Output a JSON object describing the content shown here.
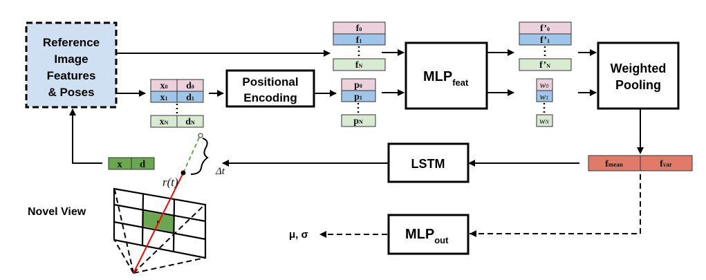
{
  "colors": {
    "reference_fill": "#cfe0f2",
    "row0": "#ead1dc",
    "row1": "#9fc5e8",
    "rowN": "#d9ead3",
    "xd_fill": "#6aa84f",
    "fstats_fill": "#e07b6a",
    "ray": "#ff0000",
    "ray_ext": "#6aa84f"
  },
  "reference": {
    "lines": [
      "Reference",
      "Image",
      "Features",
      "& Poses"
    ]
  },
  "xd_stack": {
    "rows": [
      {
        "x": "x",
        "xs": "0",
        "d": "d",
        "ds": "0"
      },
      {
        "x": "x",
        "xs": "1",
        "d": "d",
        "ds": "1"
      },
      {
        "x": "x",
        "xs": "N",
        "d": "d",
        "ds": "N"
      }
    ]
  },
  "positional_encoding": {
    "lines": [
      "Positional",
      "Encoding"
    ]
  },
  "f_stack": {
    "rows": [
      {
        "b": "f",
        "s": "0"
      },
      {
        "b": "f",
        "s": "1"
      },
      {
        "b": "f",
        "s": "N"
      }
    ]
  },
  "p_stack": {
    "rows": [
      {
        "b": "p",
        "s": "0"
      },
      {
        "b": "p",
        "s": "1"
      },
      {
        "b": "p",
        "s": "N"
      }
    ]
  },
  "mlp_feat": {
    "base": "MLP",
    "sub": "feat"
  },
  "fprime_stack": {
    "rows": [
      {
        "b": "f’",
        "s": "0"
      },
      {
        "b": "f’",
        "s": "1"
      },
      {
        "b": "f’",
        "s": "N"
      }
    ]
  },
  "w_stack": {
    "rows": [
      {
        "b": "w",
        "s": "0"
      },
      {
        "b": "w",
        "s": "1"
      },
      {
        "b": "w",
        "s": "N"
      }
    ]
  },
  "weighted_pooling": {
    "lines": [
      "Weighted",
      "Pooling"
    ]
  },
  "fstats": {
    "mean": {
      "b": "f",
      "s": "mean"
    },
    "var": {
      "b": "f",
      "s": "var"
    }
  },
  "lstm": {
    "label": "LSTM"
  },
  "mlp_out": {
    "base": "MLP",
    "sub": "out"
  },
  "output_label": "μ, σ",
  "xd_input": {
    "x": "x",
    "d": "d"
  },
  "ray_label": "r(t)",
  "delta_label": "Δt",
  "novel_view": {
    "label": "Novel View"
  }
}
